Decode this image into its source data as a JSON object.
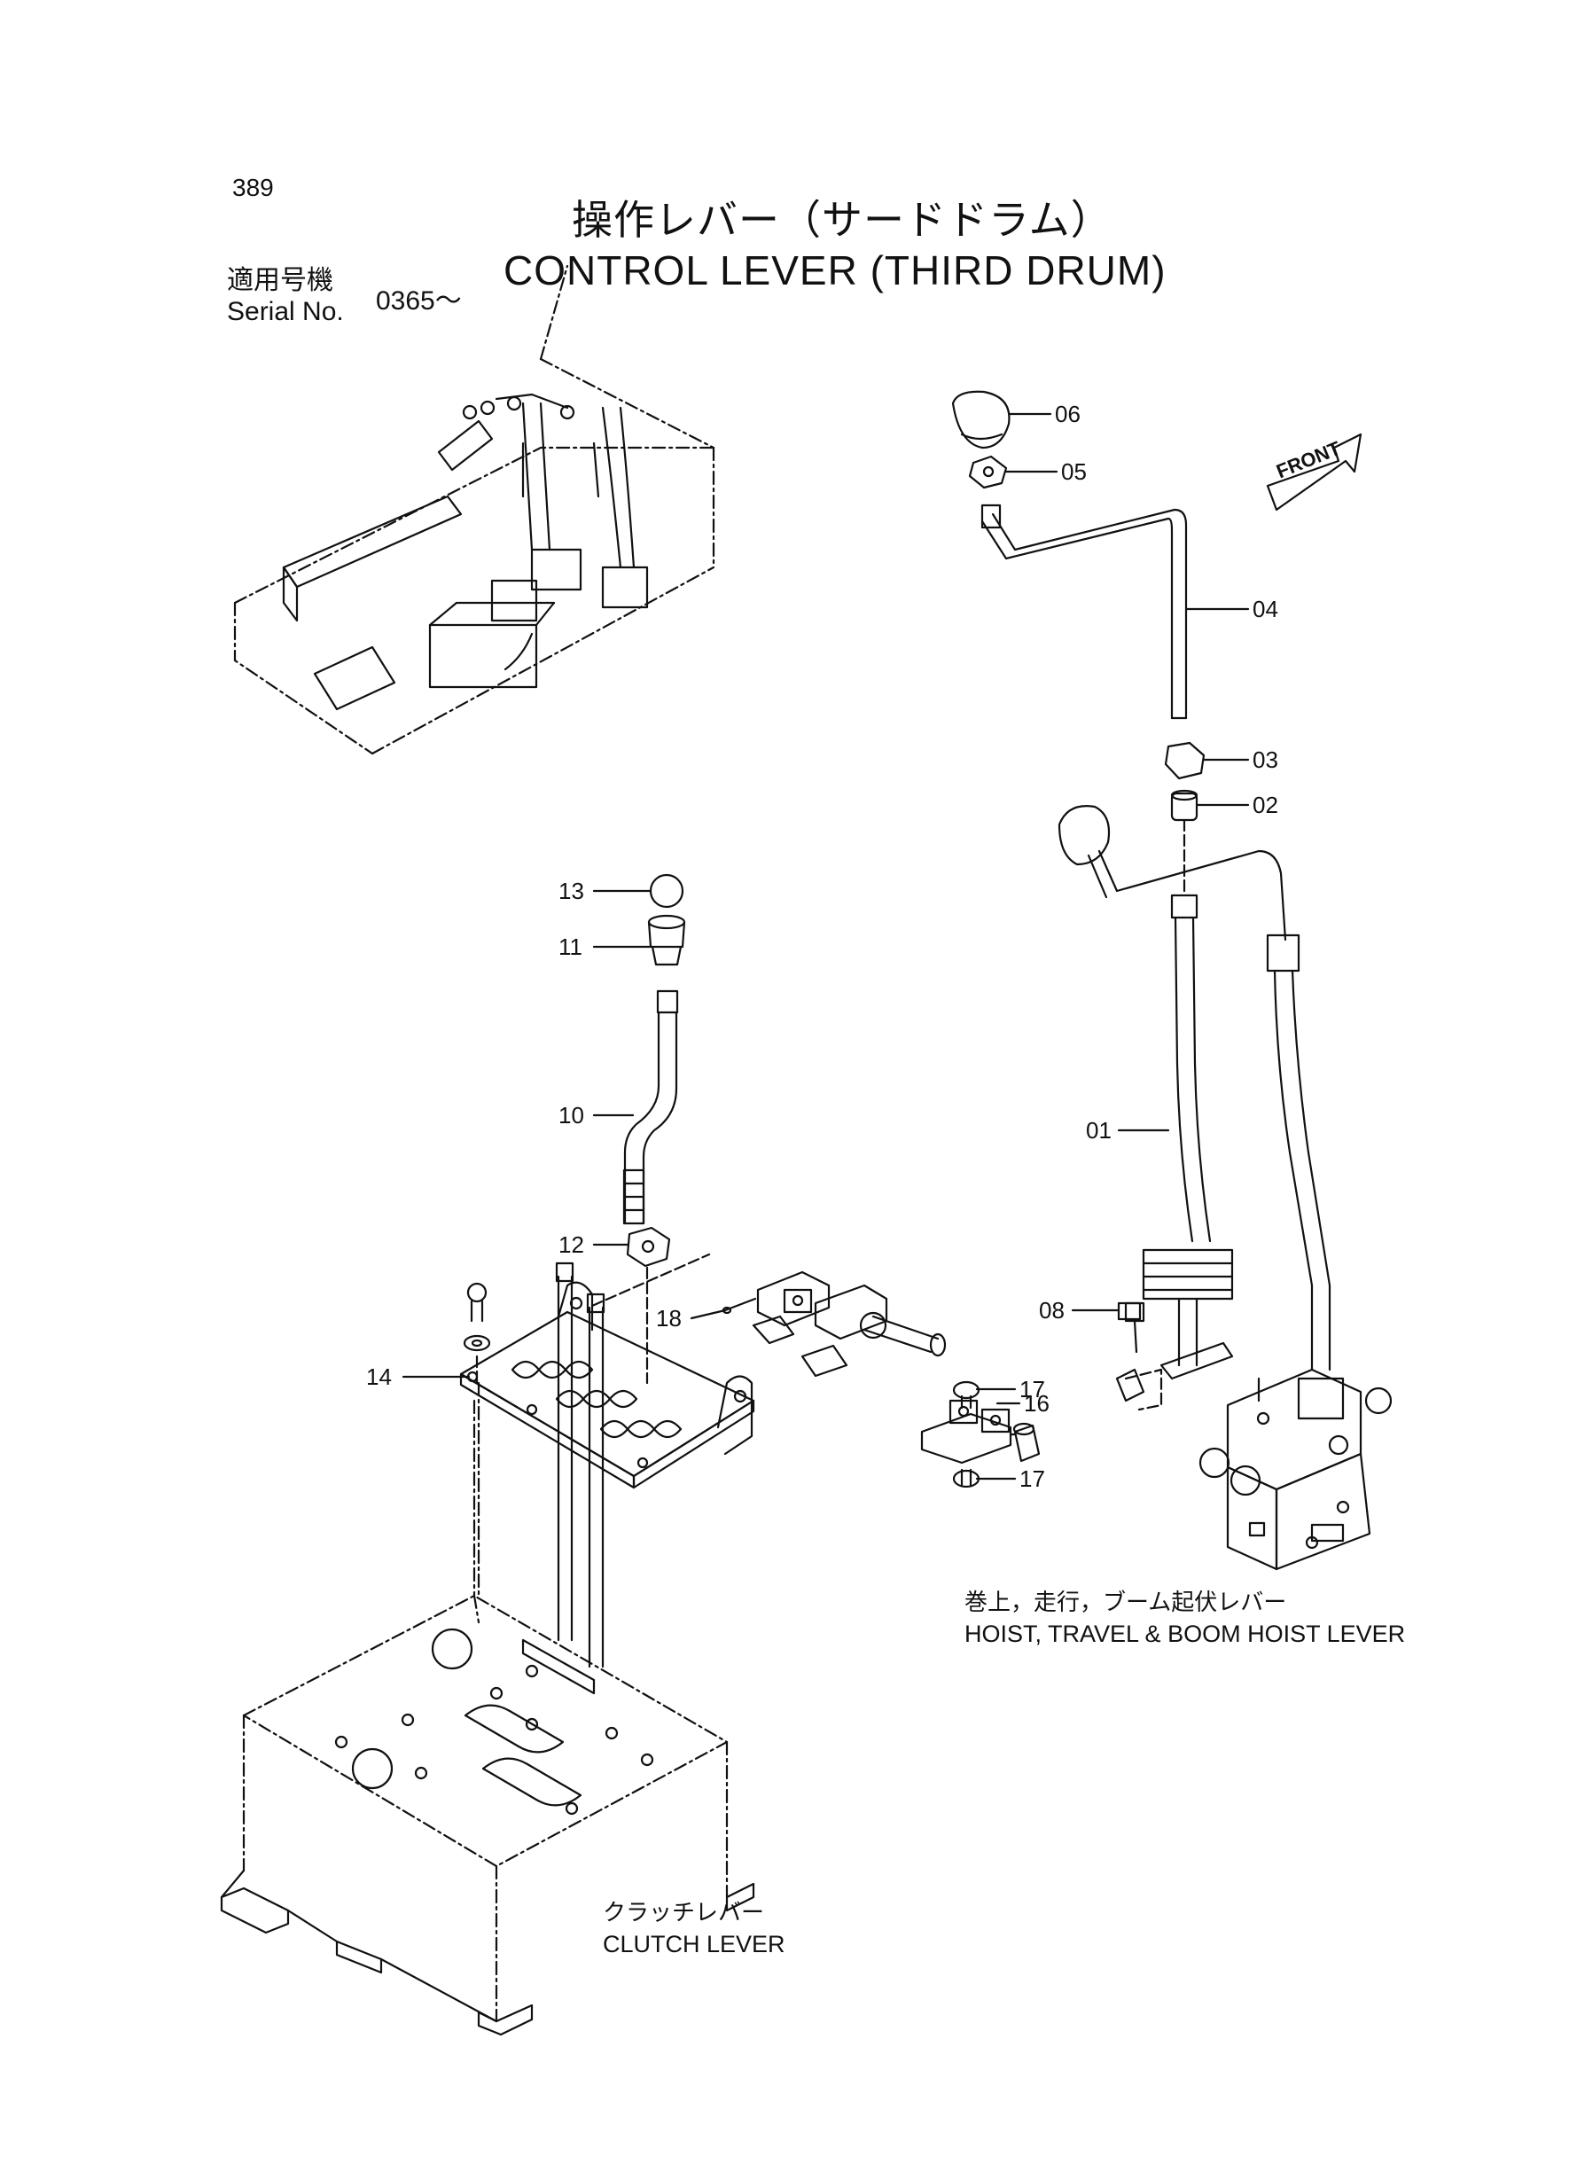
{
  "header": {
    "page_number": "389",
    "title_jp": "操作レバー（サードドラム）",
    "title_en": "CONTROL LEVER (THIRD DRUM)",
    "serial_label_jp": "適用号機",
    "serial_label_en": "Serial No.",
    "serial_value": "0365～"
  },
  "callouts": {
    "p01": "01",
    "p02": "02",
    "p03": "03",
    "p04": "04",
    "p05": "05",
    "p06": "06",
    "p08": "08",
    "p10": "10",
    "p11": "11",
    "p12": "12",
    "p13": "13",
    "p14": "14",
    "p16": "16",
    "p17a": "17",
    "p17b": "17",
    "p18": "18"
  },
  "badge": {
    "front": "FRONT"
  },
  "captions": {
    "hoist_jp": "巻上，走行，ブーム起伏レバー",
    "hoist_en": "HOIST, TRAVEL & BOOM HOIST LEVER",
    "clutch_jp": "クラッチレバー",
    "clutch_en": "CLUTCH LEVER"
  }
}
